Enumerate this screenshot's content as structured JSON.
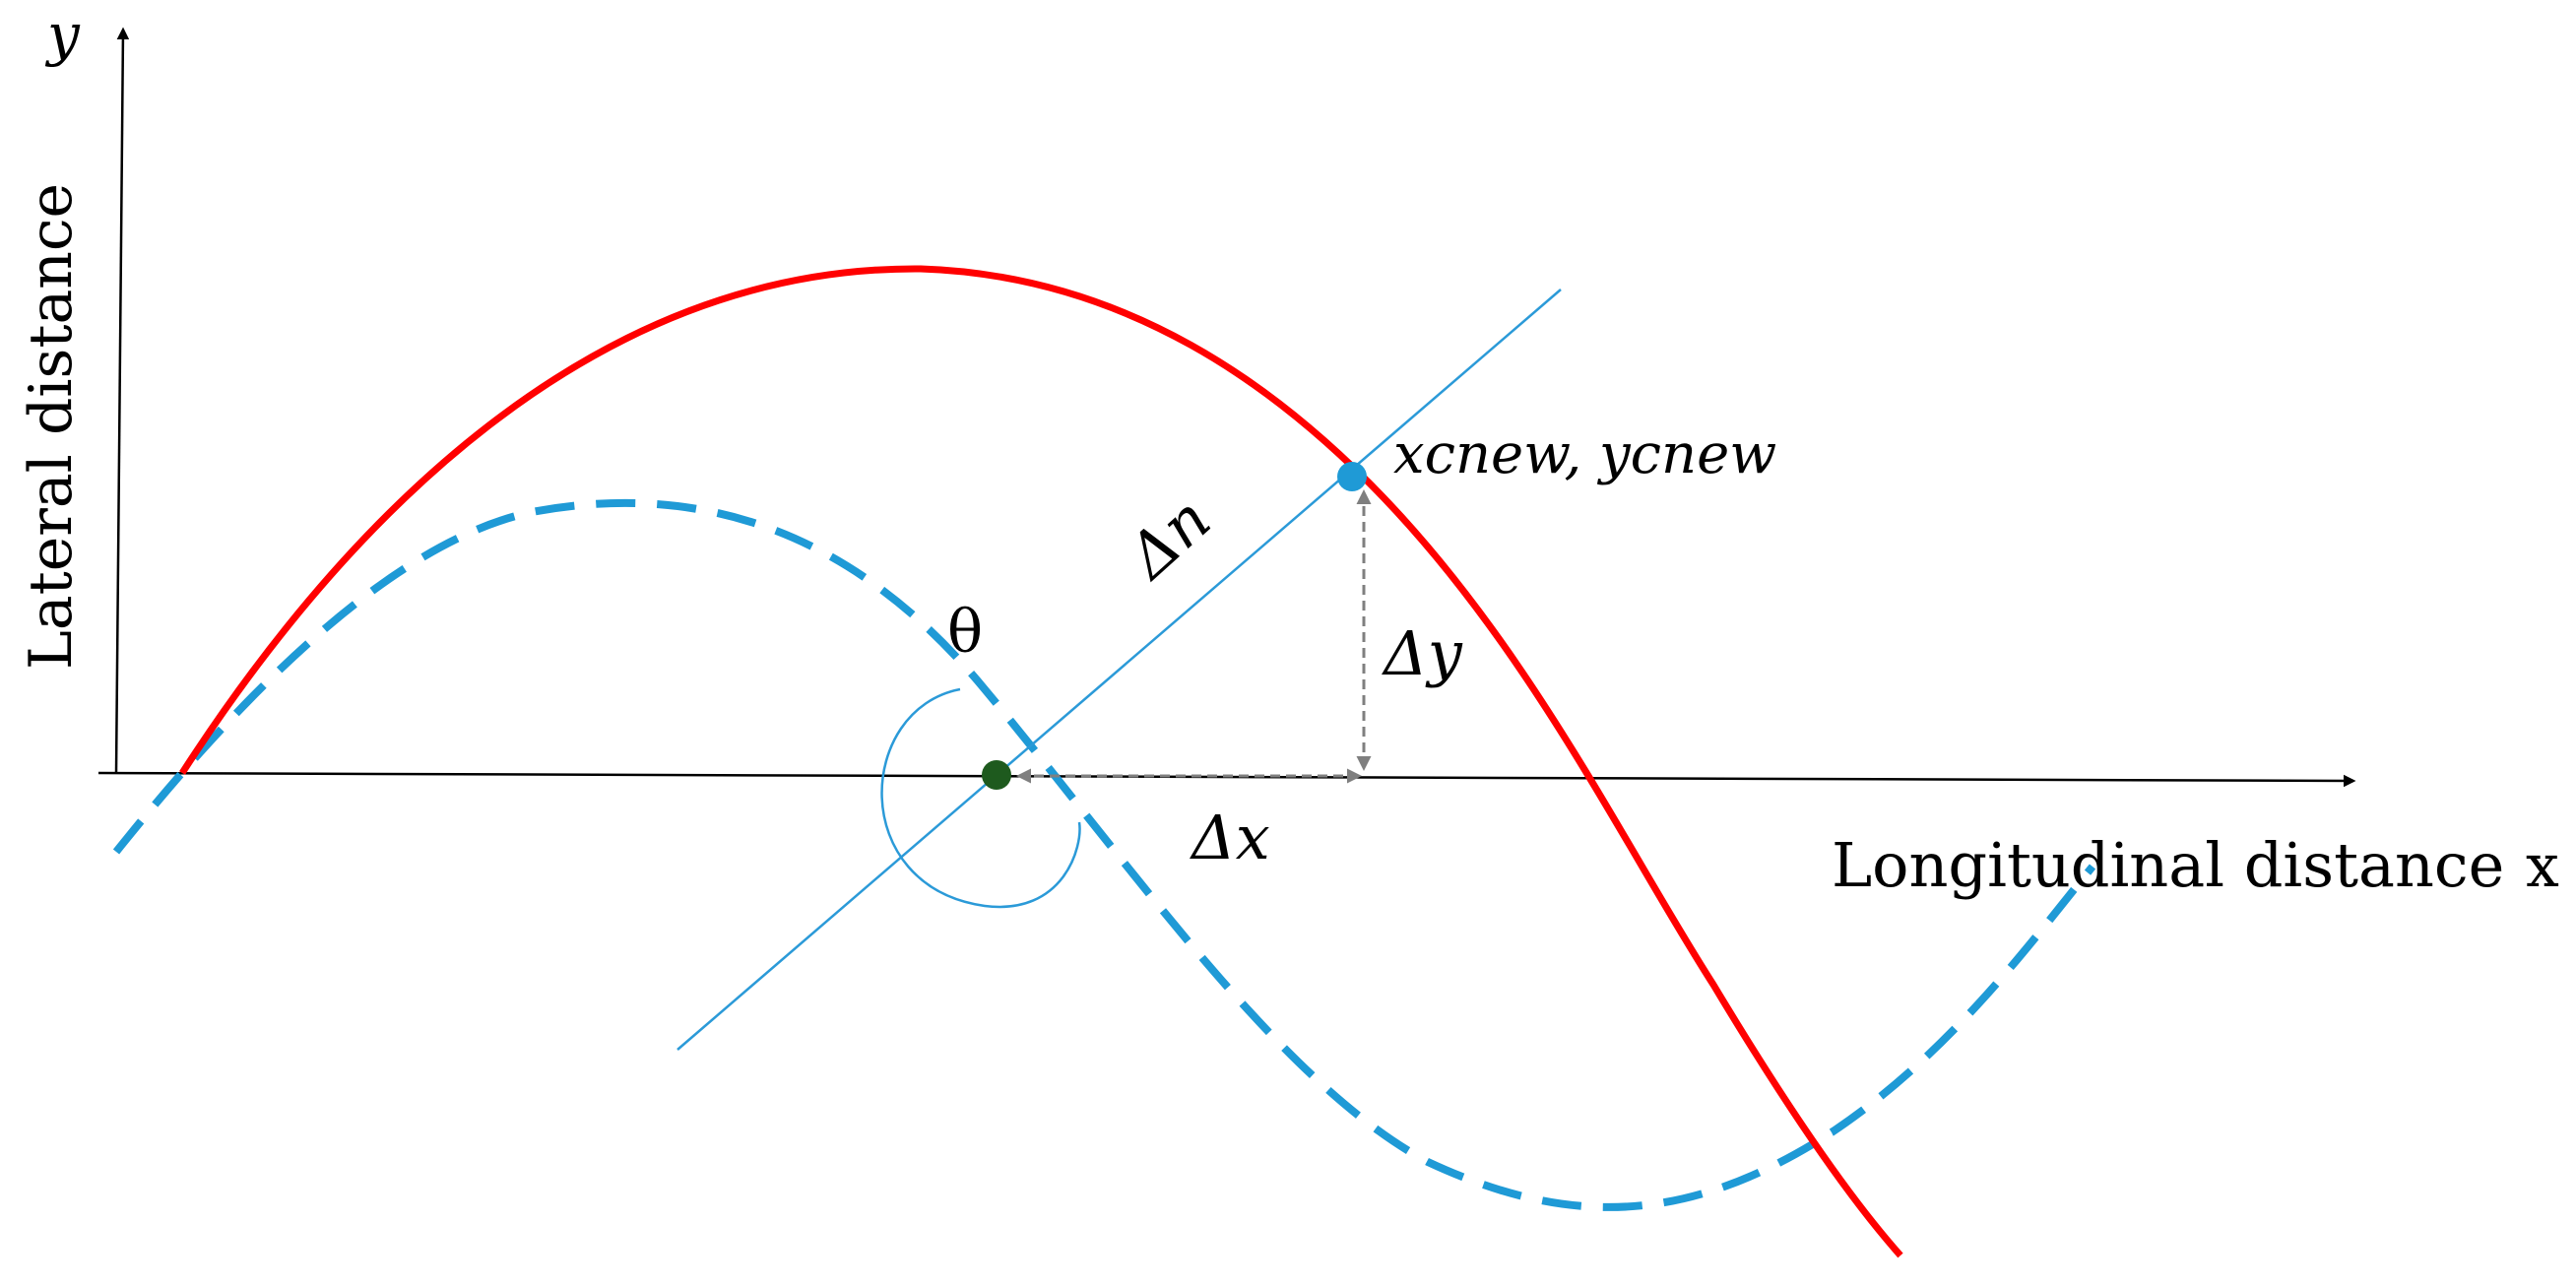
{
  "axes": {
    "y_symbol": "y",
    "y_label": "Lateral distance",
    "x_label": "Longitudinal distance",
    "x_symbol": "x"
  },
  "labels": {
    "point_new": "xcnew, ycnew",
    "delta_n": "Δn",
    "delta_y": "Δy",
    "delta_x": "Δx",
    "theta": "θ"
  },
  "colors": {
    "solid_curve": "#ff0000",
    "dashed_curve": "#1f9ad6",
    "normal_line": "#2b9ad8",
    "delta_arrows": "#7f7f7f",
    "origin_point": "#1e5a1e",
    "new_point": "#1f9ad6",
    "axes": "#000000"
  }
}
